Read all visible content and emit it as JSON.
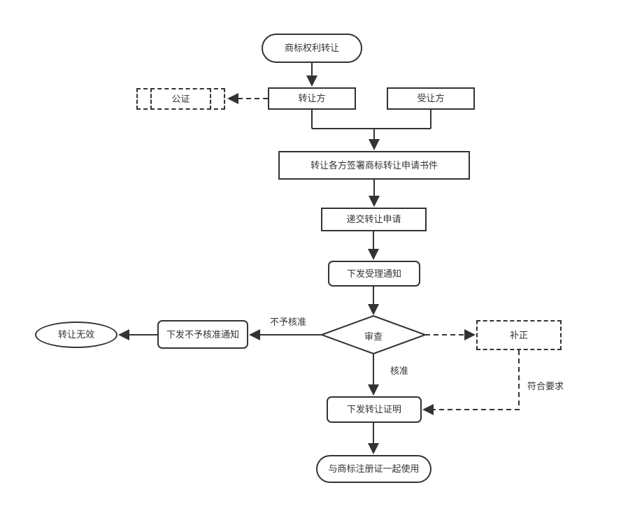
{
  "diagram": {
    "colors": {
      "stroke": "#333333",
      "text": "#333333",
      "background": "#ffffff"
    },
    "nodes": {
      "start": {
        "label": "商标权利转让",
        "shape": "stadium"
      },
      "notary": {
        "label": "公证",
        "shape": "predefined-process-dashed"
      },
      "transferor": {
        "label": "转让方",
        "shape": "rect"
      },
      "transferee": {
        "label": "受让方",
        "shape": "rect"
      },
      "sign_docs": {
        "label": "转让各方签署商标转让申请书件",
        "shape": "rect"
      },
      "submit": {
        "label": "递交转让申请",
        "shape": "rect"
      },
      "acceptance": {
        "label": "下发受理通知",
        "shape": "rounded-rect"
      },
      "review": {
        "label": "审查",
        "shape": "diamond"
      },
      "reject_notice": {
        "label": "下发不予核准通知",
        "shape": "rounded-rect"
      },
      "invalid": {
        "label": "转让无效",
        "shape": "ellipse"
      },
      "supplement": {
        "label": "补正",
        "shape": "rect-dashed"
      },
      "certificate": {
        "label": "下发转让证明",
        "shape": "rounded-rect"
      },
      "final": {
        "label": "与商标注册证一起使用",
        "shape": "stadium"
      }
    },
    "edge_labels": {
      "not_approved": "不予核准",
      "approved": "核准",
      "meets_requirements": "符合要求"
    }
  }
}
